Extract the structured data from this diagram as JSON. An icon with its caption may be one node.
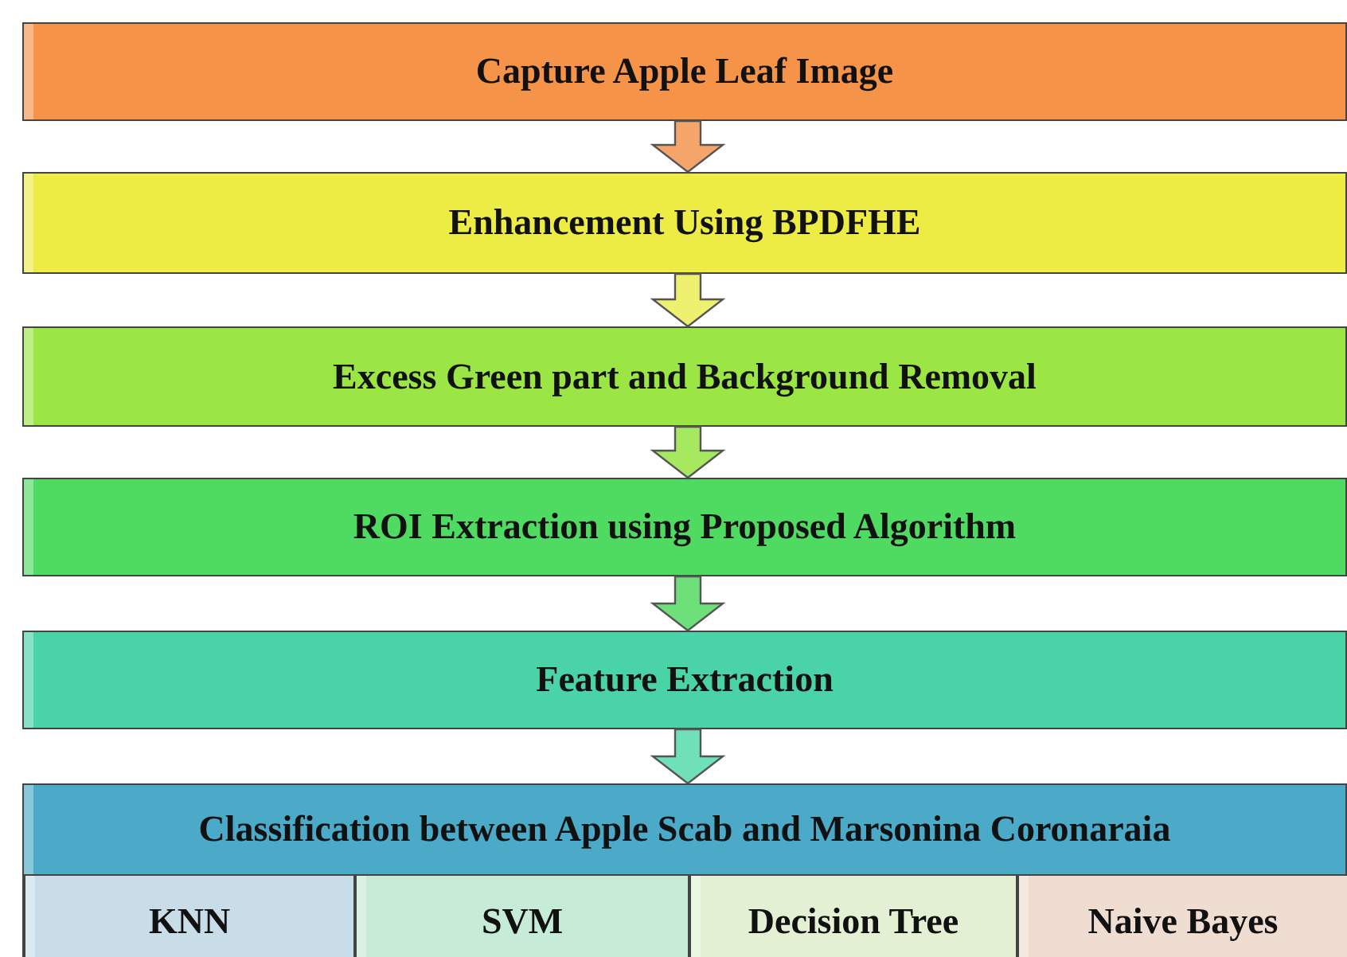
{
  "diagram": {
    "nodes": [
      {
        "text": [
          "Capture Apple Leaf Image"
        ]
      },
      {
        "text": [
          "Enhancement Using BPDFHE"
        ]
      },
      {
        "text": [
          "Excess Green part and Background Removal"
        ]
      },
      {
        "text": [
          "ROI Extraction using Proposed Algorithm"
        ]
      },
      {
        "text": [
          "Feature Extraction"
        ]
      },
      {
        "text": [
          "Classification between Apple Scab and Marsonina Coronaraia"
        ]
      },
      {
        "text": [
          "KNN"
        ],
        "in": 5
      },
      {
        "text": [
          "SVM"
        ],
        "in": 5
      },
      {
        "text": [
          "Decision Tree"
        ],
        "in": 5
      },
      {
        "text": [
          "Naive Bayes"
        ],
        "in": 5
      }
    ],
    "edges": [
      {
        "from": 0,
        "to": 1,
        "arrow": "to",
        "color": "#f5a56a"
      },
      {
        "from": 1,
        "to": 2,
        "arrow": "to",
        "color": "#eef070"
      },
      {
        "from": 2,
        "to": 3,
        "arrow": "to",
        "color": "#a6e860"
      },
      {
        "from": 3,
        "to": 4,
        "arrow": "to",
        "color": "#6ee07a"
      },
      {
        "from": 4,
        "to": 5,
        "arrow": "to",
        "color": "#6fe0b8"
      }
    ]
  }
}
